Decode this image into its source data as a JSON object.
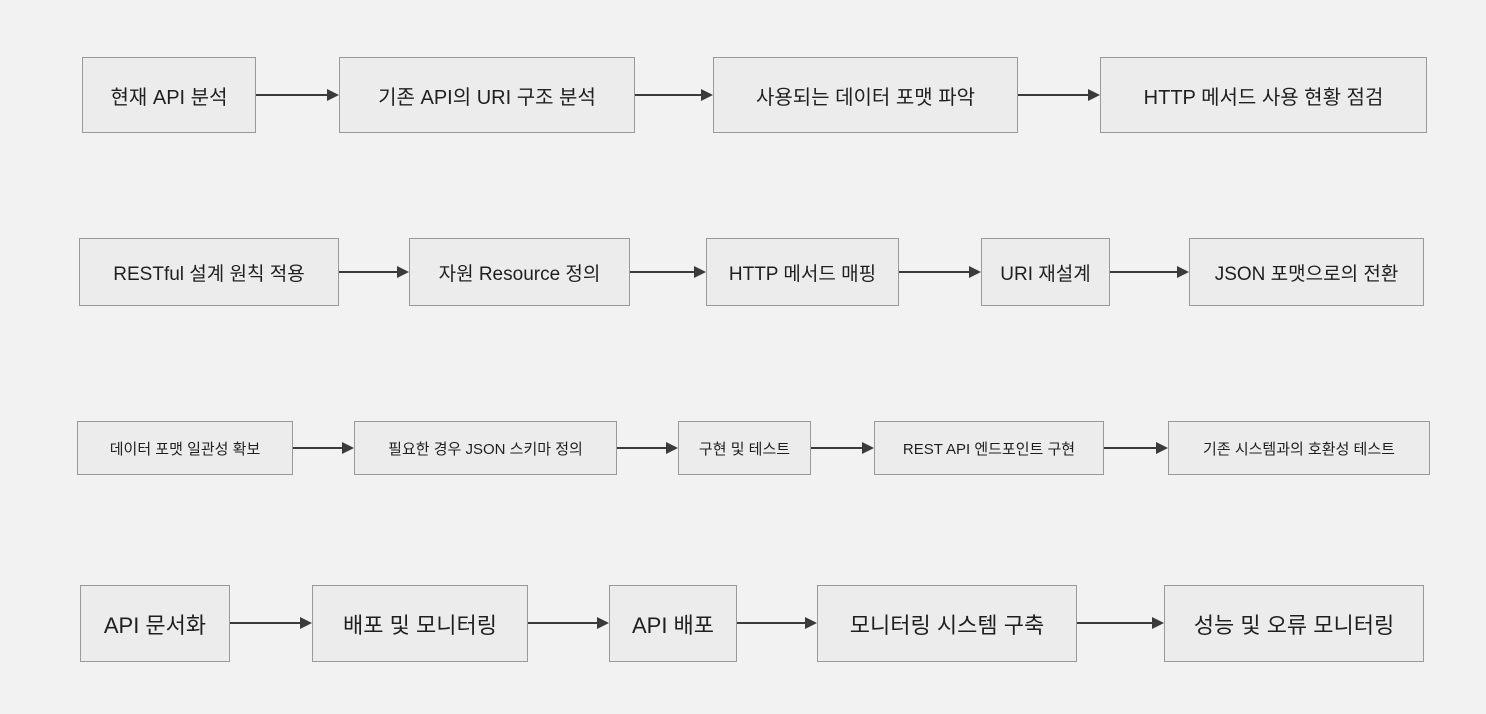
{
  "diagram": {
    "rows": [
      {
        "steps": [
          "현재 API 분석",
          "기존 API의 URI 구조 분석",
          "사용되는 데이터 포맷 파악",
          "HTTP 메서드 사용 현황 점검"
        ]
      },
      {
        "steps": [
          "RESTful 설계 원칙 적용",
          "자원 Resource 정의",
          "HTTP 메서드 매핑",
          "URI 재설계",
          "JSON 포맷으로의 전환"
        ]
      },
      {
        "steps": [
          "데이터 포맷 일관성 확보",
          "필요한 경우 JSON 스키마 정의",
          "구현 및 테스트",
          "REST API 엔드포인트 구현",
          "기존 시스템과의 호환성 테스트"
        ]
      },
      {
        "steps": [
          "API 문서화",
          "배포 및 모니터링",
          "API 배포",
          "모니터링 시스템 구축",
          "성능 및 오류 모니터링"
        ]
      }
    ]
  },
  "colors": {
    "background": "#f2f2f2",
    "node_fill": "#ececec",
    "node_border": "#999999",
    "arrow": "#3b3b3b",
    "text": "#1f1f1f"
  }
}
